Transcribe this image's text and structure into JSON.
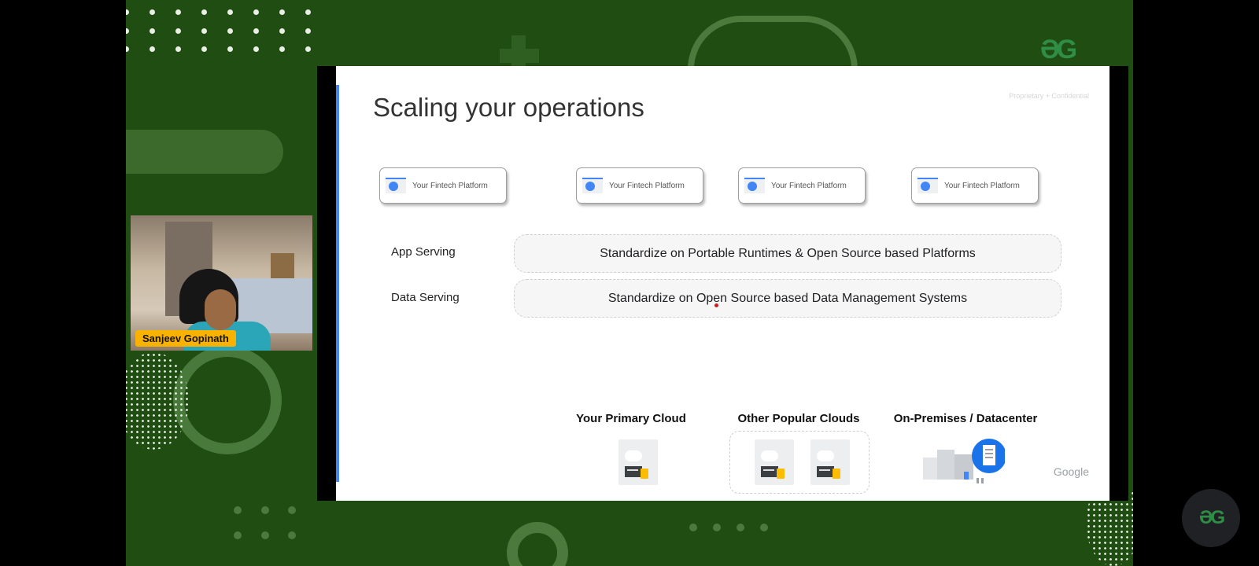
{
  "slide": {
    "title": "Scaling your operations",
    "confidential": "Proprietary + Confidential",
    "platform_label": "Your Fintech Platform",
    "rows": [
      {
        "label": "App Serving",
        "content": "Standardize on Portable Runtimes & Open Source based Platforms"
      },
      {
        "label": "Data Serving",
        "content": "Standardize on Open Source based Data Management Systems"
      }
    ],
    "clouds": {
      "primary": "Your Primary Cloud",
      "other": "Other Popular Clouds",
      "onprem": "On-Premises / Datacenter"
    },
    "brand": "Google"
  },
  "webcam": {
    "presenter": "Sanjeev Gopinath"
  },
  "icons": {
    "logo": "gfg-logo-icon",
    "fab": "gfg-button-icon",
    "browser": "browser-window-icon",
    "server": "cloud-server-icon"
  },
  "colors": {
    "background_green": "#1f4d12",
    "accent_blue": "#4285f4",
    "name_tag": "#f9b200",
    "gfg_green": "#2f8d46"
  }
}
